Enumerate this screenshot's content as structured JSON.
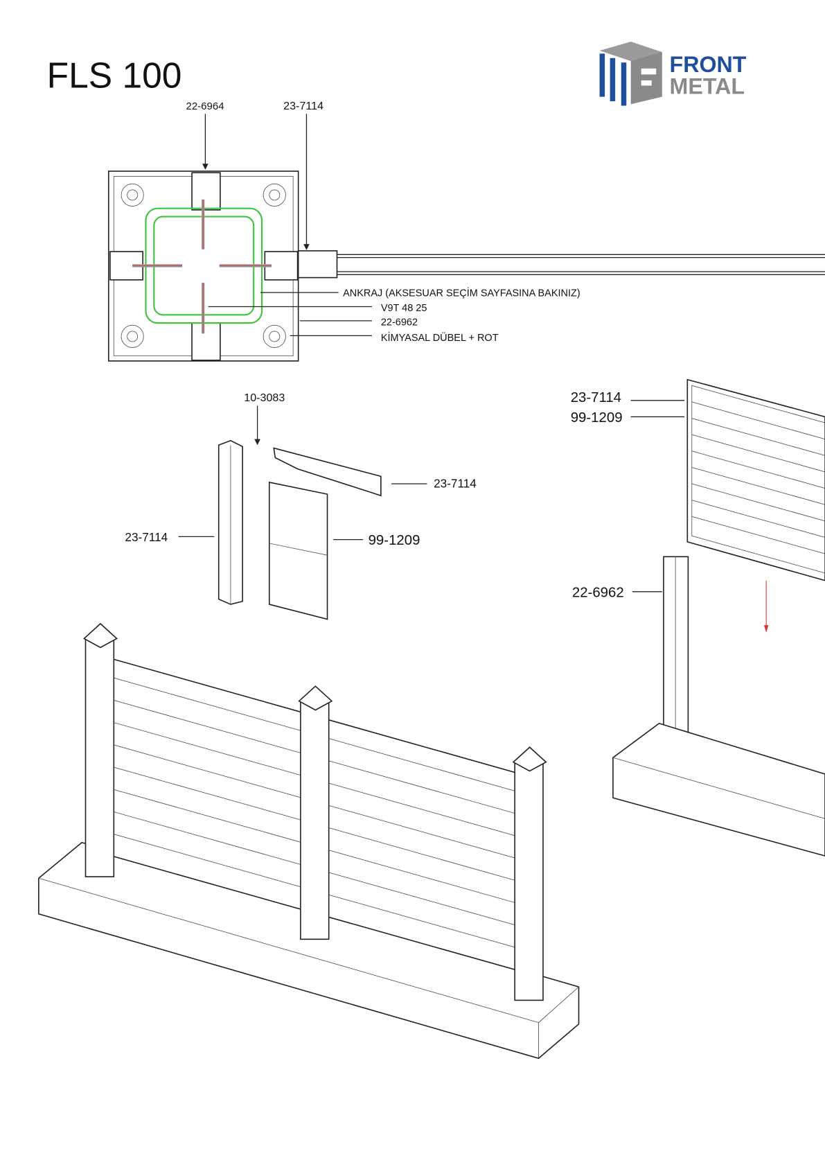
{
  "title": "FLS 100",
  "logo": {
    "line1": "FRONT",
    "line2": "METAL",
    "colors": {
      "blue": "#1f4f9c",
      "gray": "#8a8a8a"
    }
  },
  "section": {
    "top_labels": [
      "22-6964",
      "23-7114"
    ],
    "callouts": [
      "ANKRAJ (AKSESUAR SEÇİM SAYFASINA BAKINIZ)",
      "V9T 48 25",
      "22-6962",
      "KİMYASAL DÜBEL + ROT"
    ],
    "anchor_color": "#3fc43f"
  },
  "exploded": {
    "top": "10-3083",
    "left": "23-7114",
    "rail": "23-7114",
    "panel": "99-1209"
  },
  "side_view": {
    "rail": "23-7114",
    "panel": "99-1209",
    "post": "22-6962"
  }
}
